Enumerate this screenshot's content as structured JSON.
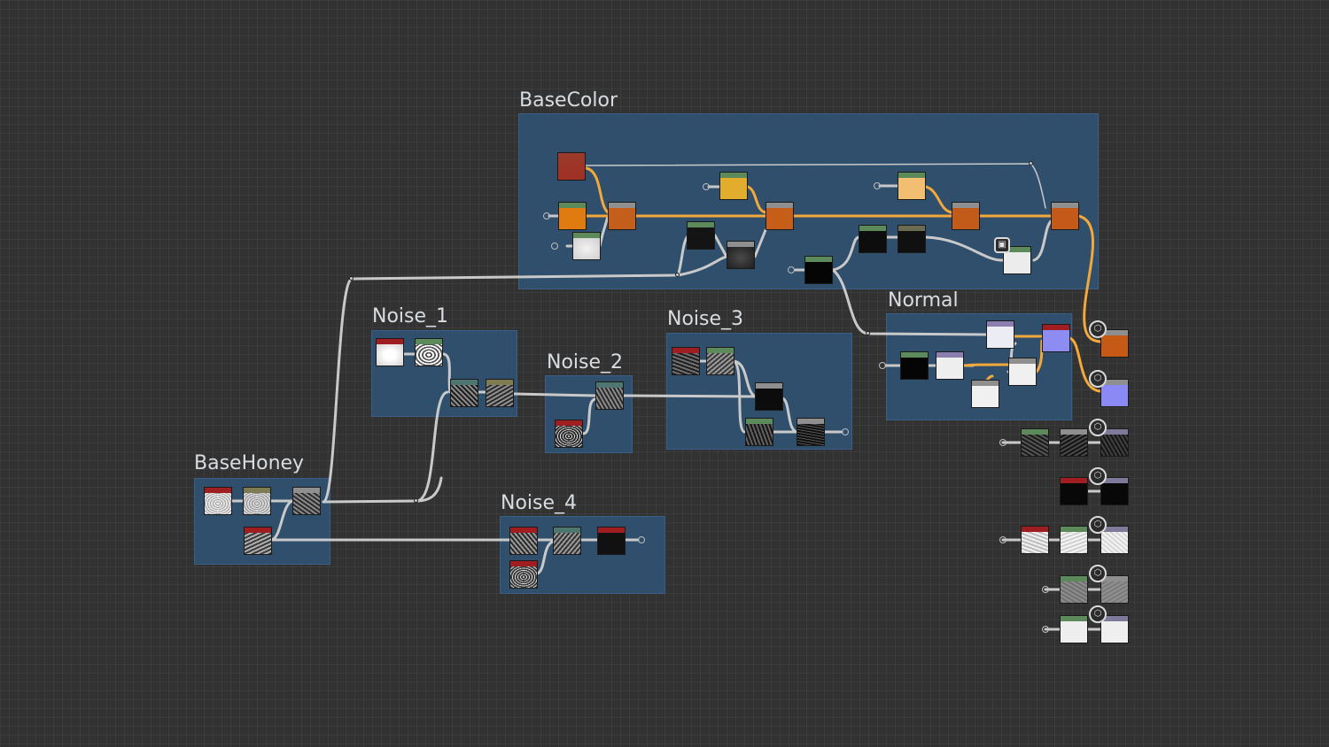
{
  "frames": [
    {
      "id": "base-color",
      "title": "BaseColor"
    },
    {
      "id": "normal",
      "title": "Normal"
    },
    {
      "id": "noise-1",
      "title": "Noise_1"
    },
    {
      "id": "noise-2",
      "title": "Noise_2"
    },
    {
      "id": "noise-3",
      "title": "Noise_3"
    },
    {
      "id": "base-honey",
      "title": "BaseHoney"
    },
    {
      "id": "noise-4",
      "title": "Noise_4"
    }
  ],
  "colors": {
    "canvas": "#323232",
    "frame": "#30506f",
    "wire_color": "#f2a93a",
    "wire_gray": "#c9c9c9",
    "header_red": "#a01e22",
    "header_green": "#5d8a5b",
    "header_blue": "#4d6f9a",
    "header_purple": "#8b7fb0",
    "header_olive": "#7e7b52",
    "header_teal": "#4d7670"
  },
  "output_icon": "cube-icon"
}
